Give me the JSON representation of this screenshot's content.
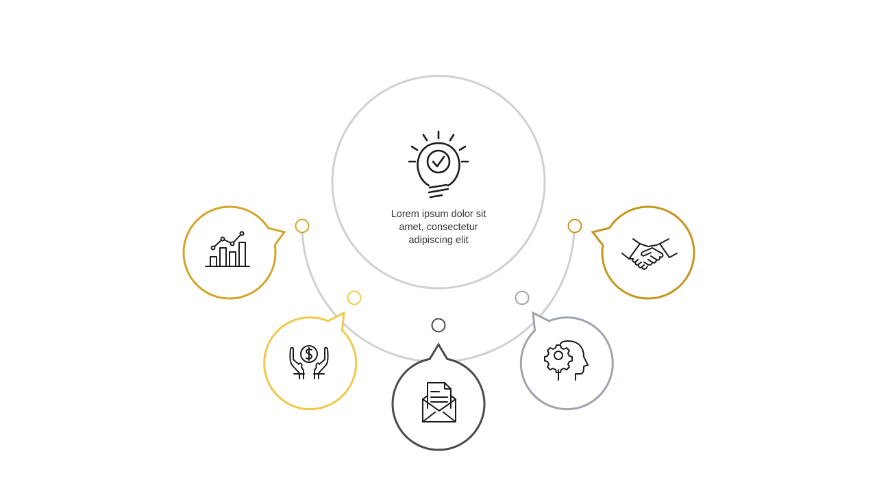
{
  "center": {
    "icon": "lightbulb-check-icon",
    "text_lines": [
      "Lorem ipsum dolor sit",
      "amet, consectetur",
      "adipiscing elit"
    ],
    "border_color": "#d0d0d0"
  },
  "arc_color": "#d0d0d0",
  "items": [
    {
      "name": "growth-chart",
      "icon": "bar-chart-growth-icon",
      "color": "#d4a52a"
    },
    {
      "name": "money-hands",
      "icon": "hands-dollar-coin-icon",
      "color": "#f0c94a"
    },
    {
      "name": "mail",
      "icon": "envelope-document-icon",
      "color": "#4a4a4a"
    },
    {
      "name": "head-gear",
      "icon": "head-gear-icon",
      "color": "#9ea3ad"
    },
    {
      "name": "handshake",
      "icon": "handshake-icon",
      "color": "#c4961e"
    }
  ]
}
